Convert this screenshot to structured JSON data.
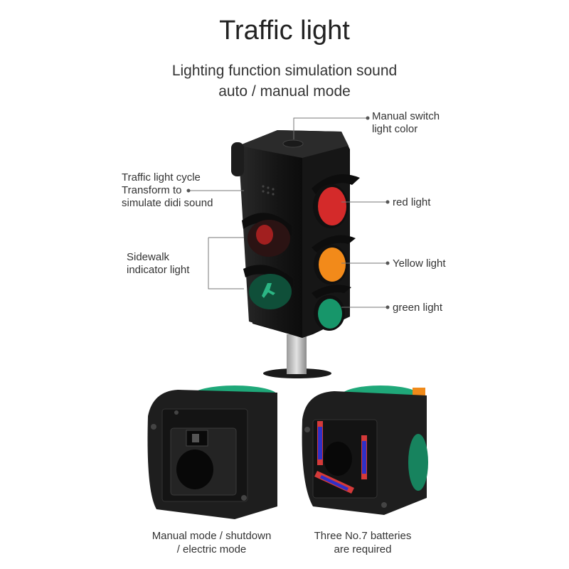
{
  "header": {
    "title": "Traffic light",
    "subtitle_line1": "Lighting function simulation sound",
    "subtitle_line2": "auto / manual mode"
  },
  "callouts": {
    "manual_switch": [
      "Manual switch",
      "light color"
    ],
    "cycle": [
      "Traffic light cycle",
      "Transform to",
      "simulate didi sound"
    ],
    "sidewalk": [
      "Sidewalk",
      "indicator light"
    ],
    "red": "red light",
    "yellow": "Yellow light",
    "green": "green light"
  },
  "captions": {
    "left": [
      "Manual mode / shutdown",
      "/ electric mode"
    ],
    "right": [
      "Three No.7 batteries",
      "are required"
    ]
  },
  "colors": {
    "red": "#d42a2a",
    "yellow": "#f28a1a",
    "green": "#17966a",
    "body": "#1c1c1c"
  }
}
